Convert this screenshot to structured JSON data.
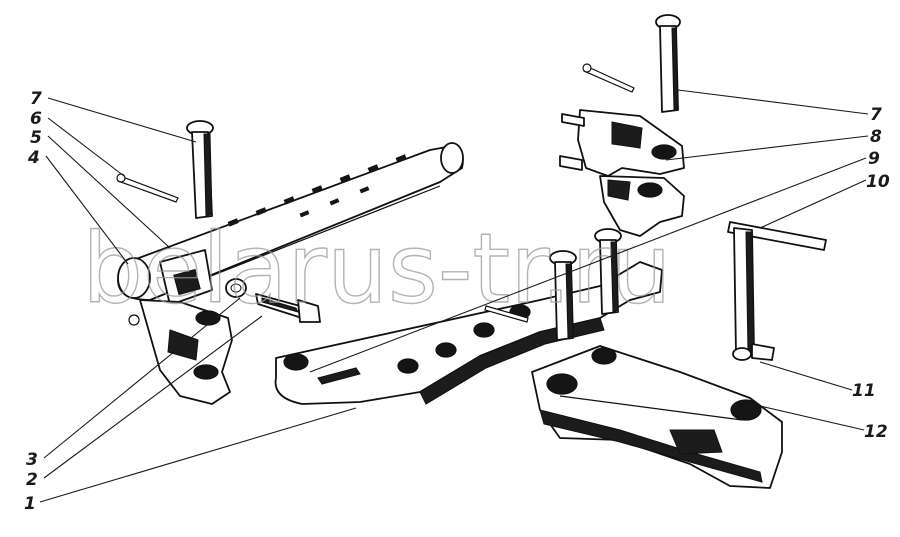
{
  "watermark": "belarus-tr.ru",
  "callouts": [
    {
      "id": "c7a",
      "label": "7"
    },
    {
      "id": "c6",
      "label": "6"
    },
    {
      "id": "c5",
      "label": "5"
    },
    {
      "id": "c4",
      "label": "4"
    },
    {
      "id": "c3",
      "label": "3"
    },
    {
      "id": "c2",
      "label": "2"
    },
    {
      "id": "c1",
      "label": "1"
    },
    {
      "id": "c7b",
      "label": "7"
    },
    {
      "id": "c8",
      "label": "8"
    },
    {
      "id": "c9",
      "label": "9"
    },
    {
      "id": "c10",
      "label": "10"
    },
    {
      "id": "c11",
      "label": "11"
    },
    {
      "id": "c12",
      "label": "12"
    }
  ]
}
